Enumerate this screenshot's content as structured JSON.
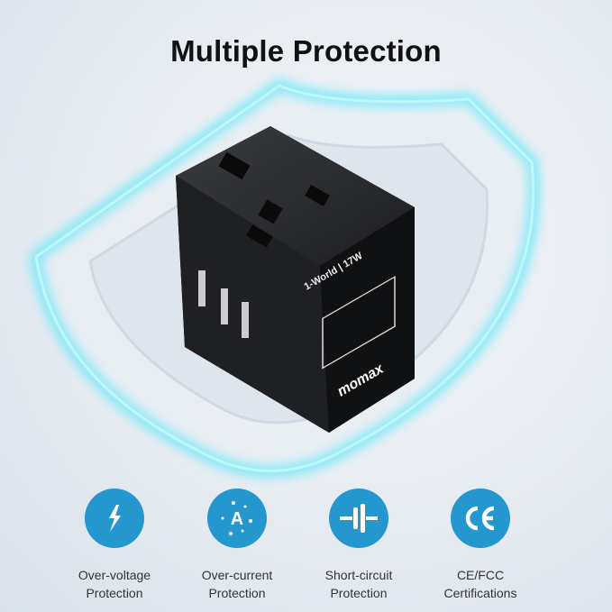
{
  "title": "Multiple Protection",
  "product": {
    "brand_text": "momax",
    "model_text": "1-World | 17W",
    "accent_glow": "#5ee6f5"
  },
  "features": [
    {
      "icon": "lightning-icon",
      "line1": "Over-voltage",
      "line2": "Protection"
    },
    {
      "icon": "ampere-icon",
      "line1": "Over-current",
      "line2": "Protection"
    },
    {
      "icon": "capacitor-icon",
      "line1": "Short-circuit",
      "line2": "Protection"
    },
    {
      "icon": "ce-mark-icon",
      "line1": "CE/FCC",
      "line2": "Certifications"
    }
  ],
  "colors": {
    "icon_circle": "#2597cf",
    "text": "#333333",
    "title": "#111111"
  }
}
